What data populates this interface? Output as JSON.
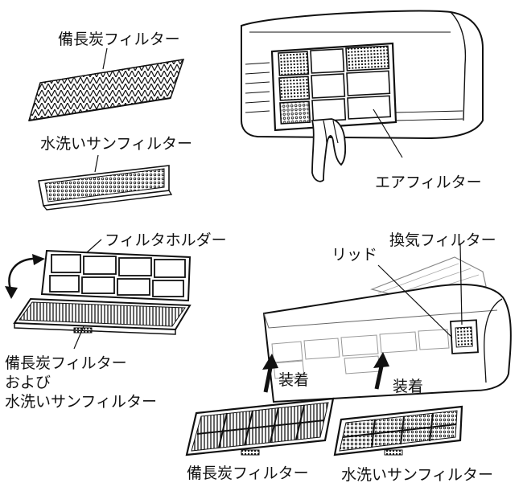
{
  "labels": {
    "binchotan_filter_top": "備長炭フィルター",
    "washable_sun_filter_top": "水洗いサンフィルター",
    "air_filter": "エアフィルター",
    "filter_holder": "フィルタホルダー",
    "ventilation_filter": "換気フィルター",
    "lid": "リッド",
    "attach_left": "装着",
    "attach_right": "装着",
    "combined_line1": "備長炭フィルター",
    "combined_line2": "および",
    "combined_line3": "水洗いサンフィルター",
    "binchotan_filter_bottom": "備長炭フィルター",
    "washable_sun_filter_bottom": "水洗いサンフィルター"
  },
  "colors": {
    "line": "#111111",
    "background": "#ffffff",
    "shade": "#888888"
  }
}
